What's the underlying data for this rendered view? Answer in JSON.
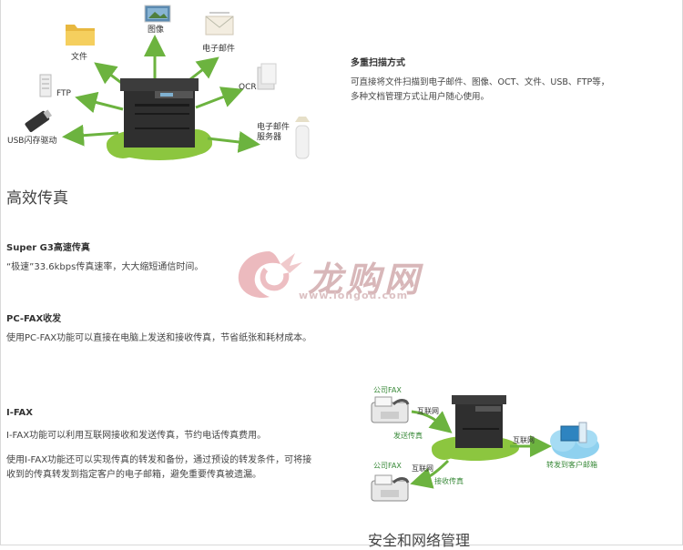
{
  "scan": {
    "labels": {
      "image": "图像",
      "file": "文件",
      "email": "电子邮件",
      "ftp": "FTP",
      "ocr": "OCR",
      "usb": "USB闪存驱动",
      "server_line1": "电子邮件",
      "server_line2": "服务器"
    },
    "title": "多重扫描方式",
    "desc_line1": "可直接将文件扫描到电子邮件、图像、OCT、文件、USB、FTP等，",
    "desc_line2": "多种文档管理方式让用户随心使用。"
  },
  "fax": {
    "heading": "高效传真",
    "super_g3": {
      "title": "Super G3高速传真",
      "desc": "“极速”33.6kbps传真速率，大大缩短通信时间。"
    },
    "pc_fax": {
      "title": "PC-FAX收发",
      "desc": "使用PC-FAX功能可以直接在电脑上发送和接收传真，节省纸张和耗材成本。"
    },
    "i_fax": {
      "title": "I-FAX",
      "desc1": "I-FAX功能可以利用互联网接收和发送传真，节约电话传真费用。",
      "desc2_line1": "使用I-FAX功能还可以实现传真的转发和备份，通过预设的转发条件，可将接",
      "desc2_line2": "收到的传真转发到指定客户的电子邮箱，避免重要传真被遗漏。"
    },
    "diagram": {
      "company_fax_top": "公司FAX",
      "internet_top": "互联网",
      "send_fax": "发送传真",
      "internet_right": "互联网",
      "forward_email": "转发到客户邮箱",
      "company_fax_bottom": "公司FAX",
      "internet_bottom": "互联网",
      "receive_fax": "接收传真"
    }
  },
  "next_heading": "安全和网络管理",
  "watermark": {
    "cn": "龙购网",
    "url": "www.longou.com"
  },
  "colors": {
    "arrow_green": "#6cb33f",
    "blob_green": "#8cc63f",
    "watermark": "#d8b7b9"
  }
}
